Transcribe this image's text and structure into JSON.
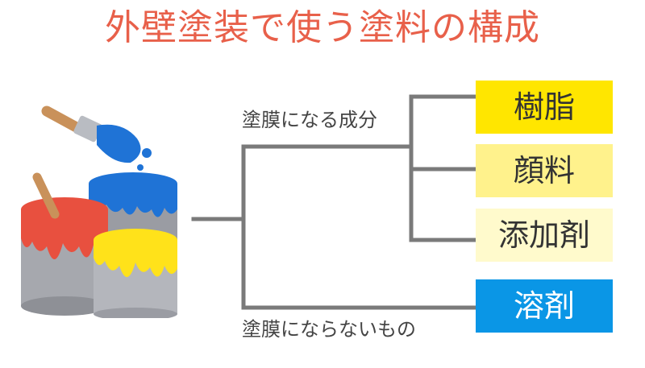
{
  "title": "外壁塗装で使う塗料の構成",
  "labels": {
    "film_forming": "塗膜になる成分",
    "non_film_forming": "塗膜にならないもの"
  },
  "components": [
    {
      "name": "樹脂",
      "color": "#ffe600"
    },
    {
      "name": "顔料",
      "color": "#fff28c"
    },
    {
      "name": "添加剤",
      "color": "#fffacc"
    },
    {
      "name": "溶剤",
      "color": "#0a96e6"
    }
  ],
  "colors": {
    "title": "#e8604a",
    "connector": "#7a7a7a",
    "paint_red": "#e8503f",
    "paint_blue": "#1f73d6",
    "paint_yellow": "#ffe21a"
  },
  "illustration": "paint-cans-with-brush-icon"
}
